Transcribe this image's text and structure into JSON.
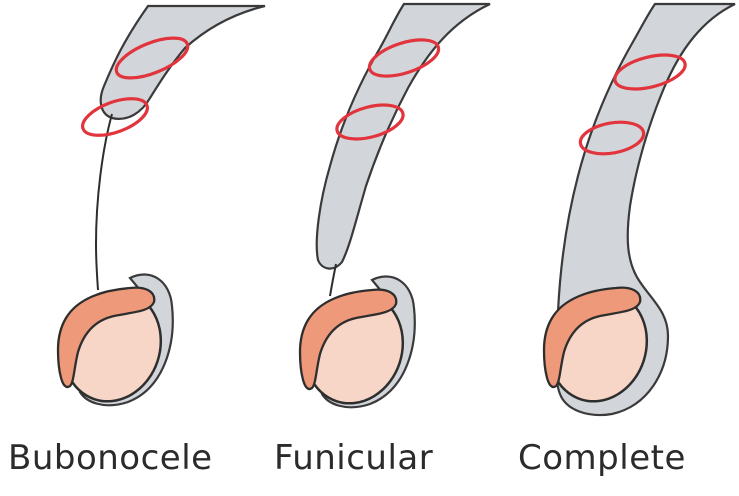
{
  "labels": {
    "bubonocele": "Bubonocele",
    "funicular": "Funicular",
    "complete": "Complete"
  },
  "colors": {
    "sac": "#d2d6db",
    "ring": "#e2343c",
    "testis": "#f7d6c8",
    "epididymis": "#ee9a7a",
    "outline": "#2e2e2e"
  }
}
